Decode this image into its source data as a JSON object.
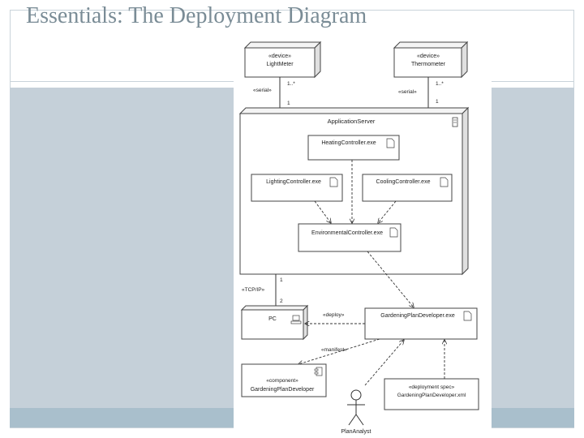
{
  "slide": {
    "title": "Essentials: The Deployment Diagram"
  },
  "diagram": {
    "light_meter": {
      "stereotype": "«device»",
      "name": "LightMeter"
    },
    "thermometer": {
      "stereotype": "«device»",
      "name": "Thermometer"
    },
    "app_server": {
      "name": "ApplicationServer"
    },
    "artifacts": {
      "heating": "HeatingController.exe",
      "lighting": "LightingController.exe",
      "cooling": "CoolingController.exe",
      "environmental": "EnvironmentalController.exe",
      "gardening_exe": "GardeningPlanDeveloper.exe",
      "component_stereotype": "«component»",
      "component_name": "GardeningPlanDeveloper",
      "spec_stereotype": "«deployment spec»",
      "spec_name": "GardeningPlanDeveloper.xml"
    },
    "pc": {
      "name": "PC"
    },
    "actor": {
      "name": "PlanAnalyst"
    },
    "links": {
      "serial_left": "«serial»",
      "serial_right": "«serial»",
      "mult_lm_top": "1..*",
      "mult_lm_bottom": "1",
      "mult_th_top": "1..*",
      "mult_th_bottom": "1",
      "tcpip": "«TCP/IP»",
      "mult_pc_top": "1",
      "mult_pc_bottom": "2",
      "deploy": "«deploy»",
      "manifest": "«manifest»"
    }
  }
}
